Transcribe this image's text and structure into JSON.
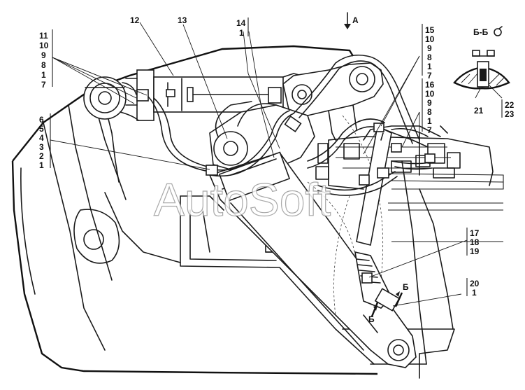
{
  "watermark": "AutoSoft",
  "view_arrow": "А",
  "section_title": "Б-Б",
  "section_mark": "Б",
  "callouts": {
    "c_11_10_9_8_1_7": [
      "11",
      "10",
      "9",
      "8",
      "1",
      "7"
    ],
    "c_12": "12",
    "c_13": "13",
    "c_14_1": [
      "14",
      "1"
    ],
    "c_15_10_9_8_1_7": [
      "15",
      "10",
      "9",
      "8",
      "1",
      "7"
    ],
    "c_16_10_9_8_1_7": [
      "16",
      "10",
      "9",
      "8",
      "1",
      "7"
    ],
    "c_6_5_4_3_2_1": [
      "6",
      "5",
      "4",
      "3",
      "2",
      "1"
    ],
    "c_17_18_19": [
      "17",
      "18",
      "19"
    ],
    "c_20_1": [
      "20",
      "1"
    ],
    "c_21": "21",
    "c_22_23": [
      "22",
      "23"
    ]
  }
}
